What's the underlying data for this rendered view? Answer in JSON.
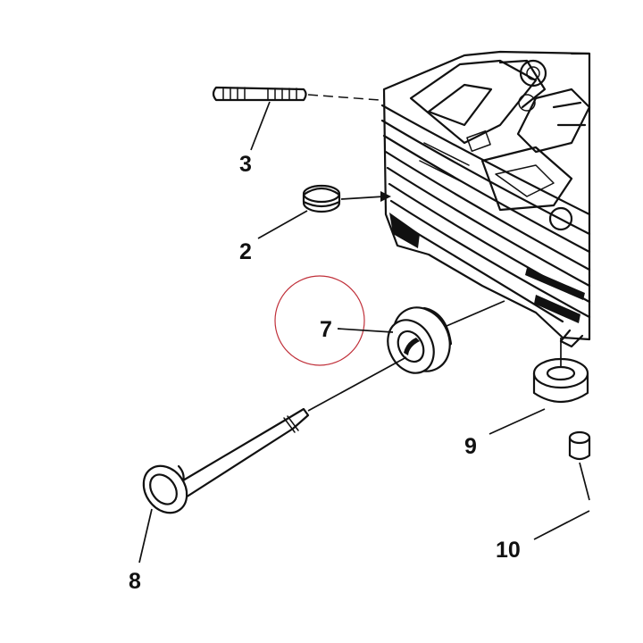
{
  "diagram": {
    "labels": {
      "p3": "3",
      "p2": "2",
      "p7": "7",
      "p8": "8",
      "p9": "9",
      "p10": "10"
    },
    "highlight_color": "#c0303a",
    "ink_color": "#111111"
  }
}
